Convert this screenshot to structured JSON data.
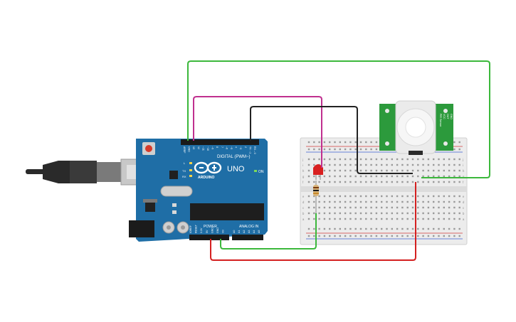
{
  "arduino": {
    "digital_label": "DIGITAL (PWM~)",
    "board_name": "UNO",
    "brand": "ARDUINO",
    "power_label": "POWER",
    "analog_label": "ANALOG IN",
    "on_label": "ON",
    "l_label": "L",
    "tx_label": "TX",
    "rx_label": "RX",
    "top_pin_labels": [
      "AREF",
      "GND",
      "13",
      "12",
      "~11",
      "~10",
      "~9",
      "8",
      "7",
      "~6",
      "~5",
      "4",
      "~3",
      "2",
      "TX→1",
      "RX←0"
    ],
    "power_pin_labels": [
      "IOREF",
      "RESET",
      "3.3V",
      "5V",
      "GND",
      "GND",
      "Vin"
    ],
    "analog_pin_labels": [
      "A0",
      "A1",
      "A2",
      "A3",
      "A4",
      "A5"
    ]
  },
  "pir_sensor": {
    "side_labels": [
      "PIR Sensor",
      "VCC",
      "OUT",
      "GND"
    ]
  },
  "breadboard": {
    "row_letters_top": [
      "j",
      "i",
      "h",
      "g",
      "f"
    ],
    "row_letters_bottom": [
      "e",
      "d",
      "c",
      "b",
      "a"
    ]
  },
  "colors": {
    "arduino_blue": "#1f6ea6",
    "wire_green": "#3cb83c",
    "wire_magenta": "#c0308f",
    "wire_black": "#222222",
    "wire_red": "#d42020",
    "pir_board": "#2c9a3c",
    "led_red": "#d82020",
    "breadboard": "#ececec"
  }
}
